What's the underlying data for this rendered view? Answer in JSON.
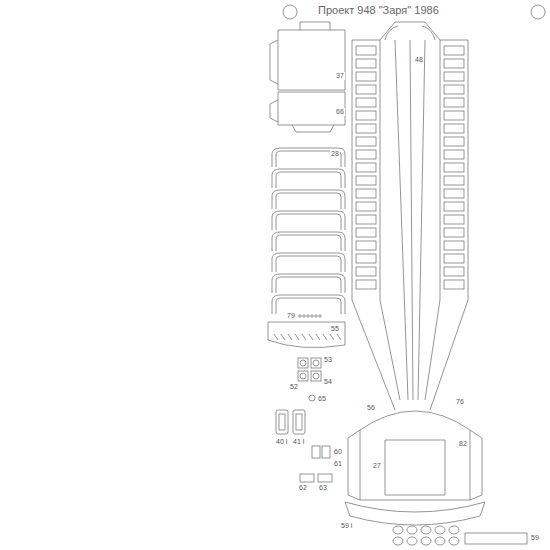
{
  "diagram": {
    "title": "Проект 948 \"Заря\" 1986",
    "labels": [
      "37",
      "66",
      "28",
      "48",
      "79",
      "55",
      "52",
      "53",
      "54",
      "65",
      "76",
      "56",
      "40 l",
      "41 l",
      "60",
      "61",
      "62",
      "63",
      "27",
      "82",
      "59 l",
      "59"
    ]
  }
}
